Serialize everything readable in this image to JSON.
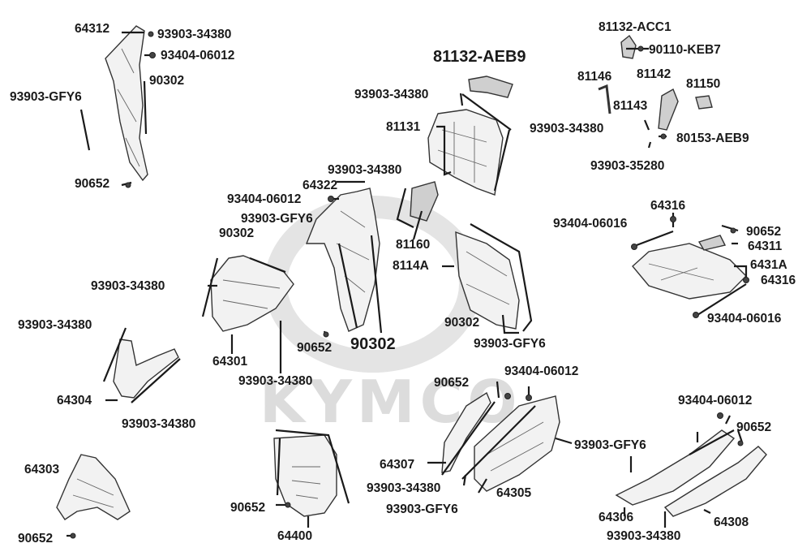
{
  "watermark": {
    "text": "KYMCO",
    "color": "#dcdcdc"
  },
  "labels": {
    "p64312": "64312",
    "p93903_34380_a": "93903-34380",
    "p93404_06012_a": "93404-06012",
    "p90302_a": "90302",
    "p93903_GFY6_a": "93903-GFY6",
    "p90652_a": "90652",
    "p81132_AEB9": "81132-AEB9",
    "p93903_34380_b": "93903-34380",
    "p81131": "81131",
    "p81132_ACC1": "81132-ACC1",
    "p90110_KEB7": "90110-KEB7",
    "p81146": "81146",
    "p81142": "81142",
    "p81150": "81150",
    "p81143": "81143",
    "p93903_34380_c": "93903-34380",
    "p80153_AEB9": "80153-AEB9",
    "p93903_35280": "93903-35280",
    "p93903_34380_d": "93903-34380",
    "p64322": "64322",
    "p93404_06012_b": "93404-06012",
    "p93903_GFY6_b": "93903-GFY6",
    "p90302_b": "90302",
    "p81160": "81160",
    "p8114A": "8114A",
    "p64316_a": "64316",
    "p93404_06016_a": "93404-06016",
    "p90652_b": "90652",
    "p64311": "64311",
    "p6431A": "6431A",
    "p64316_b": "64316",
    "p93404_06016_b": "93404-06016",
    "p93903_34380_e": "93903-34380",
    "p93903_34380_f": "93903-34380",
    "p90302_c": "90302",
    "p93903_GFY6_c": "93903-GFY6",
    "p90652_c": "90652",
    "p90302_big": "90302",
    "p64301": "64301",
    "p93903_34380_g": "93903-34380",
    "p64304": "64304",
    "p93903_34380_h": "93903-34380",
    "p90652_d": "90652",
    "p93404_06012_c": "93404-06012",
    "p93404_06012_d": "93404-06012",
    "p90652_e": "90652",
    "p93903_GFY6_d": "93903-GFY6",
    "p64307": "64307",
    "p93903_34380_i": "93903-34380",
    "p64305": "64305",
    "p93903_GFY6_e": "93903-GFY6",
    "p64303": "64303",
    "p90652_f": "90652",
    "p90652_g": "90652",
    "p64400": "64400",
    "p64306": "64306",
    "p64308": "64308",
    "p93903_34380_j": "93903-34380"
  }
}
